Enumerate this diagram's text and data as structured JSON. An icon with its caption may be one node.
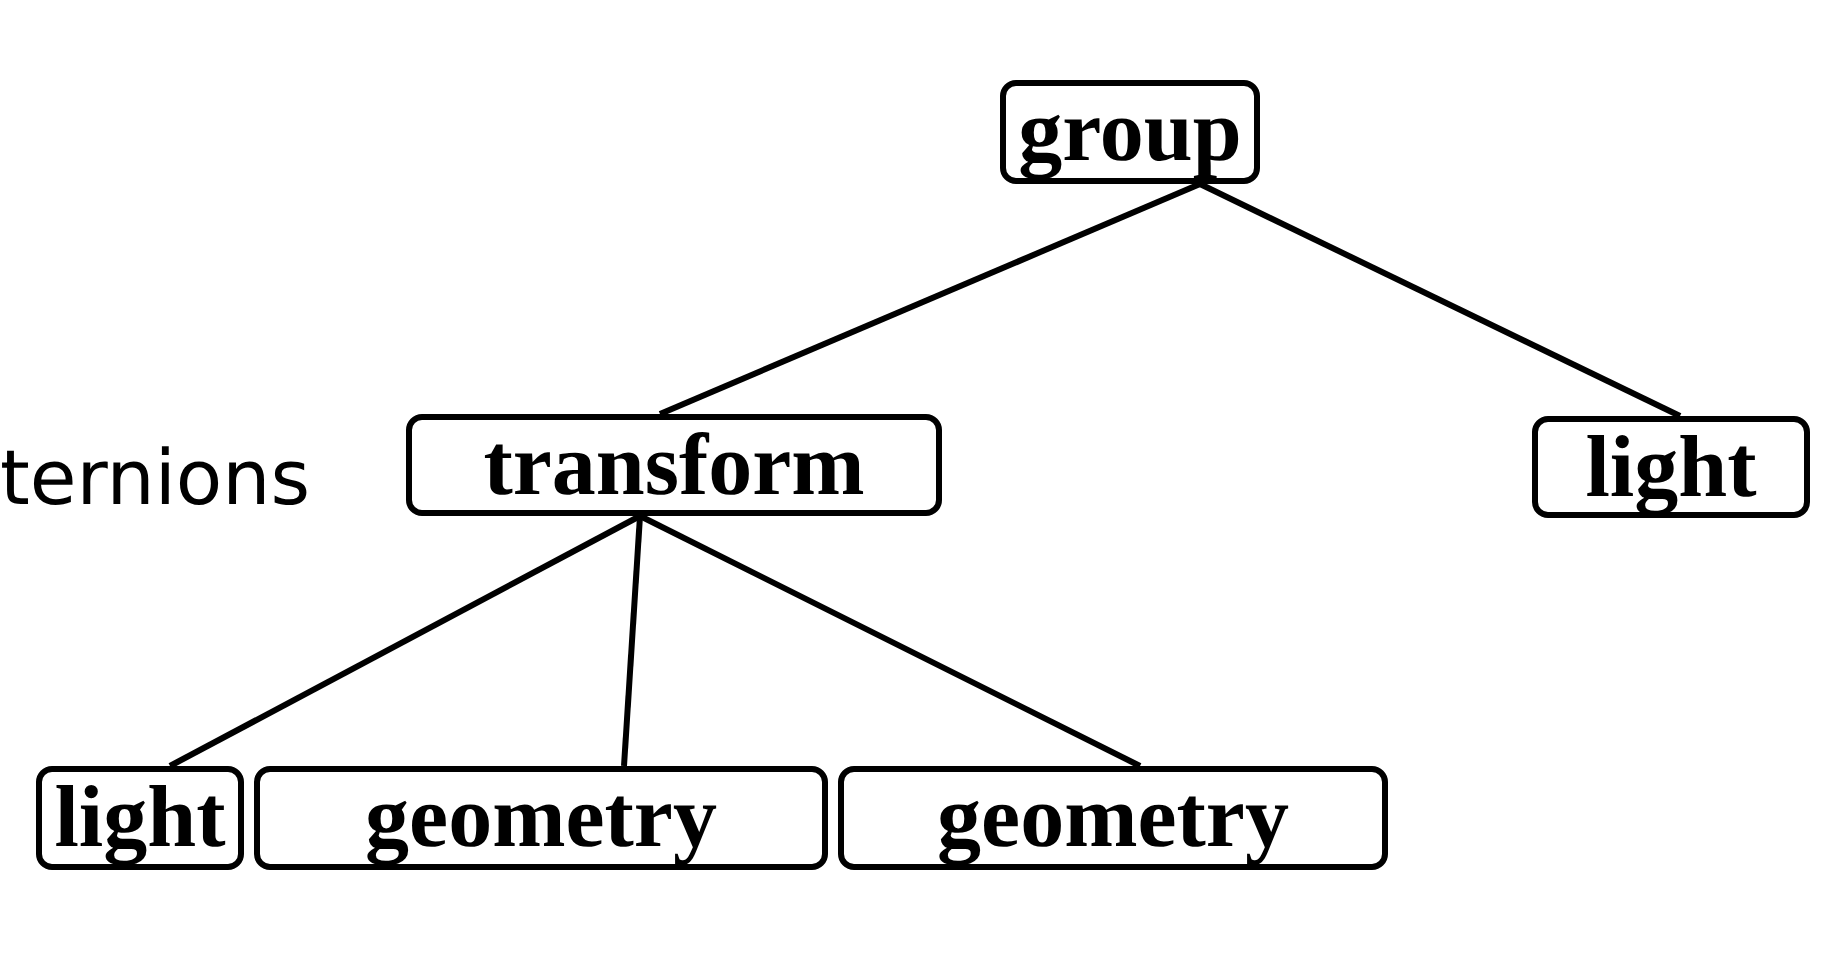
{
  "diagram": {
    "nodes": [
      {
        "text": [
          "group"
        ]
      },
      {
        "text": [
          "transform"
        ]
      },
      {
        "text": [
          "light"
        ]
      },
      {
        "text": [
          "light"
        ]
      },
      {
        "text": [
          "geometry"
        ]
      },
      {
        "text": [
          "geometry"
        ]
      }
    ],
    "edges": [
      {
        "from": 0,
        "to": 1,
        "arrow": "none"
      },
      {
        "from": 0,
        "to": 2,
        "arrow": "none"
      },
      {
        "from": 1,
        "to": 3,
        "arrow": "none"
      },
      {
        "from": 1,
        "to": 4,
        "arrow": "none"
      },
      {
        "from": 1,
        "to": 5,
        "arrow": "none"
      }
    ],
    "labels": [
      "ternions"
    ]
  }
}
